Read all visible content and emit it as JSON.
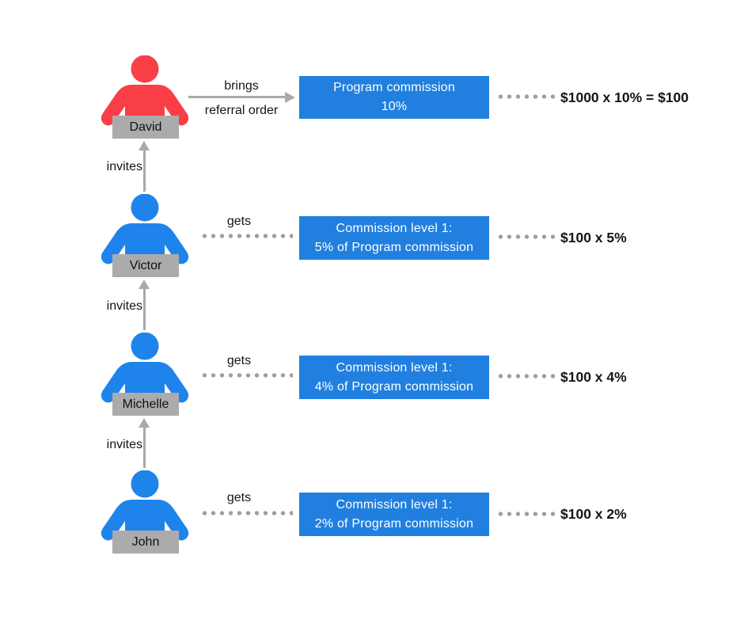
{
  "diagram_title": "referral-commission-structure",
  "colors": {
    "accent_blue_box": "#2180DF",
    "person_blue": "#1E84EB",
    "person_red": "#F93E46",
    "label_gray": "#ABABAB",
    "arrow_gray": "#A9A9A9",
    "dot_gray": "#9E9E9E",
    "text_black": "#141414"
  },
  "rows": [
    {
      "person": "David",
      "person_color": "red",
      "connector": {
        "type": "solid-arrow",
        "label_top": "brings",
        "label_bottom": "referral order"
      },
      "box": {
        "line1": "Program commission",
        "line2": "10%"
      },
      "value": "$1000 x 10% = $100"
    },
    {
      "person": "Victor",
      "person_color": "blue",
      "connector": {
        "type": "dotted",
        "label": "gets"
      },
      "box": {
        "line1": "Commission level 1:",
        "line2": "5% of Program commission"
      },
      "value": "$100 x 5%"
    },
    {
      "person": "Michelle",
      "person_color": "blue",
      "connector": {
        "type": "dotted",
        "label": "gets"
      },
      "box": {
        "line1": "Commission level 1:",
        "line2": "4% of Program commission"
      },
      "value": "$100 x 4%"
    },
    {
      "person": "John",
      "person_color": "blue",
      "connector": {
        "type": "dotted",
        "label": "gets"
      },
      "box": {
        "line1": "Commission level 1:",
        "line2": "2% of Program commission"
      },
      "value": "$100 x 2%"
    }
  ],
  "invite_arrows": [
    {
      "label": "invites"
    },
    {
      "label": "invites"
    },
    {
      "label": "invites"
    }
  ]
}
